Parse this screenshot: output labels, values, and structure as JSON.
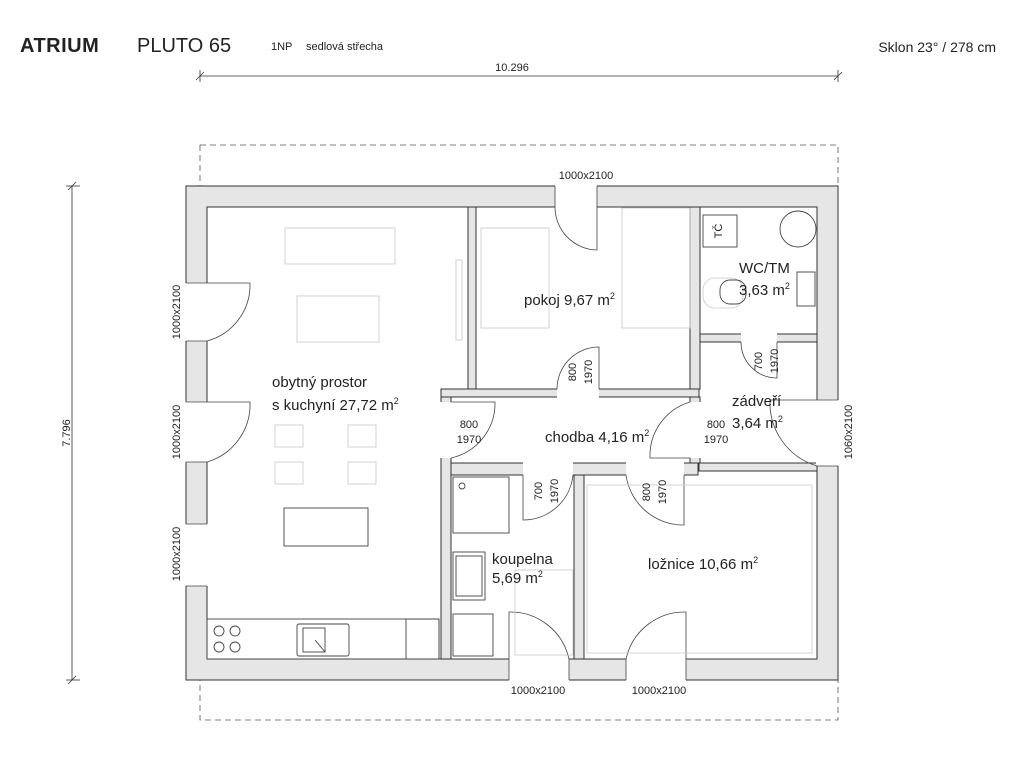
{
  "header": {
    "brand": "ATRIUM",
    "model": "PLUTO 65",
    "floor": "1NP",
    "roof": "sedlová střecha",
    "slope": "Sklon 23° / 278 cm"
  },
  "dimensions": {
    "width": "10.296",
    "depth": "7.796"
  },
  "rooms": {
    "living": {
      "line1": "obytný prostor",
      "line2": "s kuchyní 27,72 m",
      "sup": "2"
    },
    "pokoj": {
      "line1": "pokoj  9,67 m",
      "sup": "2"
    },
    "wc": {
      "line1": "WC/TM",
      "line2": "3,63 m",
      "sup": "2"
    },
    "zadveri": {
      "line1": "zádveří",
      "line2": "3,64 m",
      "sup": "2"
    },
    "chodba": {
      "line1": "chodba 4,16 m",
      "sup": "2"
    },
    "koupelna": {
      "line1": "koupelna",
      "line2": "5,69 m",
      "sup": "2"
    },
    "loznice": {
      "line1": "ložnice 10,66 m",
      "sup": "2"
    }
  },
  "labels": {
    "tc": "TČ"
  },
  "doors": {
    "top": "1000x2100",
    "bottom_left": "1000x2100",
    "bottom_right": "1000x2100"
  },
  "windows": {
    "left_top": "1000x2100",
    "left_mid": "1000x2100",
    "left_bottom": "1000x2100",
    "right": "1060x2100"
  },
  "inner_doors": {
    "pokoj": {
      "w": "800",
      "h": "1970"
    },
    "chodba_left": {
      "w": "800",
      "h": "1970"
    },
    "wc": {
      "w": "700",
      "h": "1970"
    },
    "zadveri": {
      "w": "800",
      "h": "1970"
    },
    "koupelna": {
      "w": "700",
      "h": "1970"
    },
    "loznice": {
      "w": "800",
      "h": "1970"
    }
  }
}
